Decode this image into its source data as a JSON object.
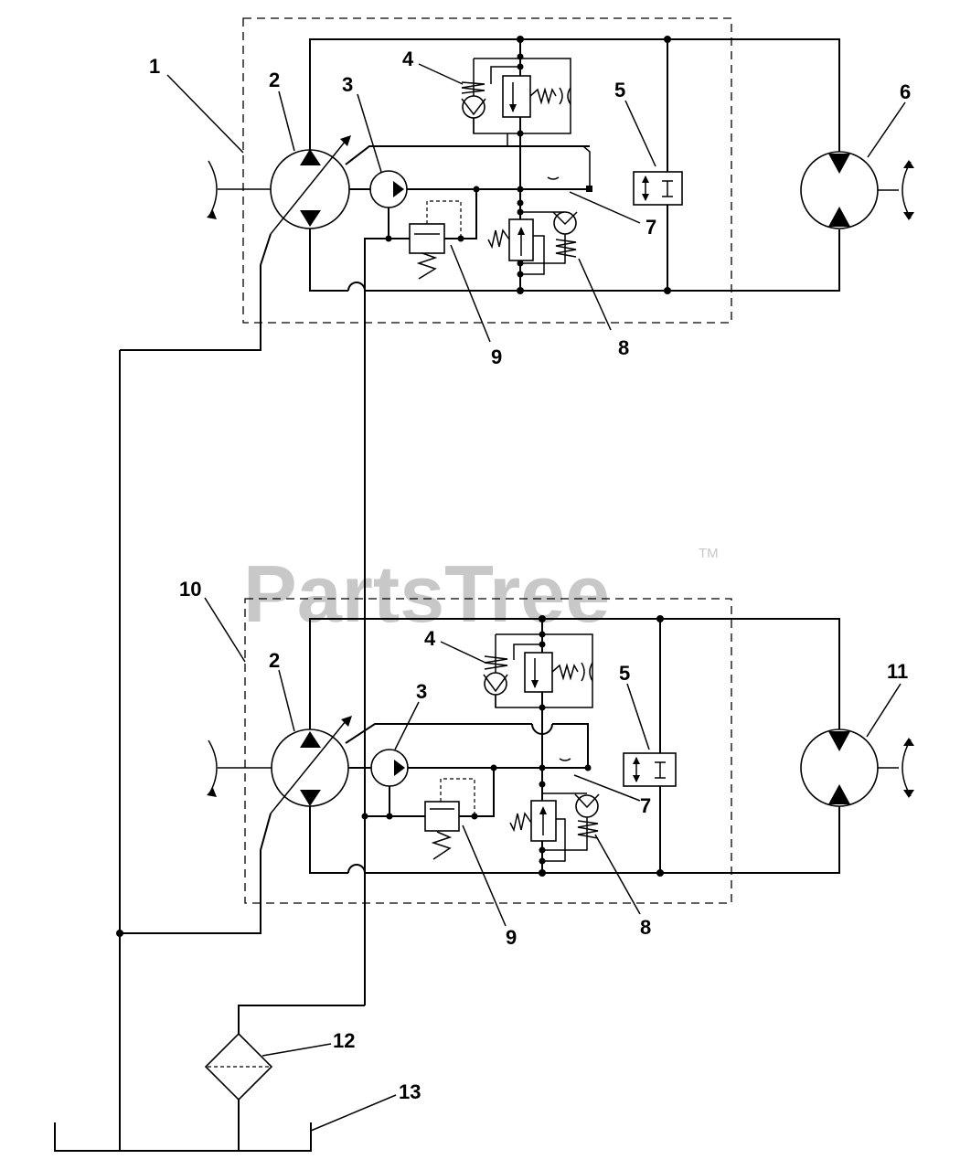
{
  "watermark": {
    "text": "PartsTree",
    "trademark": "TM"
  },
  "callouts": {
    "c1": "1",
    "c2a": "2",
    "c3a": "3",
    "c4a": "4",
    "c5a": "5",
    "c6": "6",
    "c7a": "7",
    "c8a": "8",
    "c9a": "9",
    "c10": "10",
    "c2b": "2",
    "c3b": "3",
    "c4b": "4",
    "c5b": "5",
    "c11": "11",
    "c7b": "7",
    "c8b": "8",
    "c9b": "9",
    "c12": "12",
    "c13": "13"
  }
}
